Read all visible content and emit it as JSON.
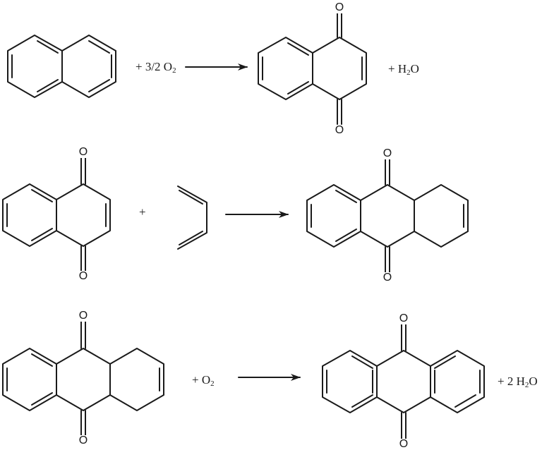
{
  "reactions": [
    {
      "reactants": [
        "naphthalene"
      ],
      "reagent_text": {
        "prefix": "+ 3/2 O",
        "sub": "2"
      },
      "products": [
        "1,4-naphthoquinone"
      ],
      "byproduct_text": {
        "prefix": "+ H",
        "sub": "2",
        "suffix": "O"
      }
    },
    {
      "reactants": [
        "1,4-naphthoquinone",
        "1,3-butadiene"
      ],
      "plus_text": "+",
      "products": [
        "1,4,4a,9a-tetrahydroanthraquinone"
      ]
    },
    {
      "reactants": [
        "1,4,4a,9a-tetrahydroanthraquinone"
      ],
      "reagent_text": {
        "prefix": "+ O",
        "sub": "2"
      },
      "products": [
        "anthraquinone"
      ],
      "byproduct_text": {
        "prefix": "+ 2 H",
        "sub": "2",
        "suffix": "O"
      }
    }
  ],
  "atom_label": "O",
  "colors": {
    "ink": "#1a1a1a",
    "background": "#ffffff"
  }
}
